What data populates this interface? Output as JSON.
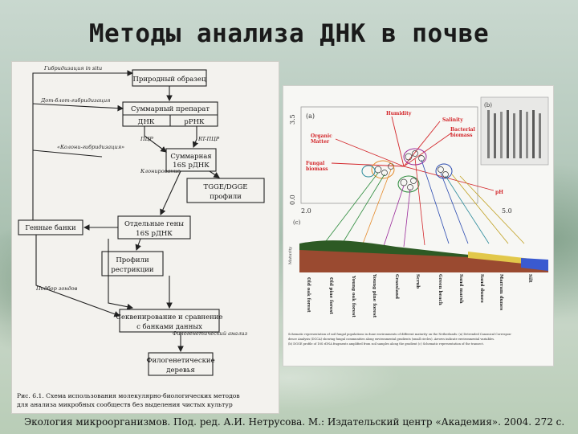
{
  "title": "Методы анализа ДНК в почве",
  "left_figure": {
    "side_labels": {
      "hybridization": "Гибридизация in situ",
      "dot_blot": "Дот-блот-гибридизация",
      "colony": "«Колони-гибридизация»",
      "cloning": "Клонирование",
      "probe_selection": "Подбор зондов",
      "phylo_analysis": "Филогенетический анализ"
    },
    "boxes": {
      "natural_sample": "Природный образец",
      "total_prep": "Суммарный препарат",
      "dna": "ДНК",
      "rrna": "рРНК",
      "pcr": "ПЦР",
      "rt_pcr": "RT-ПЦР",
      "total_16s_line1": "Суммарная",
      "total_16s_line2": "16S рДНК",
      "tgge_line1": "TGGE/DGGE",
      "tgge_line2": "профили",
      "gene_bank": "Генные банки",
      "separate_genes_line1": "Отдельные гены",
      "separate_genes_line2": "16S рДНК",
      "restriction_line1": "Профили",
      "restriction_line2": "рестрикции",
      "sequencing_line1": "Секвенирование и сравнение",
      "sequencing_line2": "с банками данных",
      "phylo_trees_line1": "Филогенетические",
      "phylo_trees_line2": "деревья"
    },
    "caption_line1": "Рис. 6.1. Схема использования молекулярно-биологических методов",
    "caption_line2": "для анализа микробных сообществ без выделения чистых культур"
  },
  "right_figure": {
    "panel_a": "(a)",
    "panel_b": "(b)",
    "panel_c": "(c)",
    "y_top": "3.5",
    "y_bottom": "0.0",
    "x_left": "2.0",
    "x_right": "5.0",
    "vectors": {
      "humidity": "Humidity",
      "salinity": "Salinity",
      "organic_line1": "Organic",
      "organic_line2": "Matter",
      "bacterial_line1": "Bacterial",
      "bacterial_line2": "biomass",
      "fungal_line1": "Fungal",
      "fungal_line2": "biomass",
      "ph": "pH"
    },
    "maturity": "Maturity",
    "habitats": [
      "Old oak forest",
      "Old pine forest",
      "Young oak forest",
      "Young pine forest",
      "Grassland",
      "Scrub",
      "Green beach",
      "Sand marsh",
      "Sand dunes",
      "Marram dunes",
      "Silt"
    ],
    "caption_line1": "Schematic representation of soil fungal populations in dune environments of different maturity on the Netherlands: (a) Detrended Canonical Correspon-",
    "caption_line2": "dence Analysis (DCCA) showing fungal communities along environmental gradients (small circles). Arrows indicate environmental variables.",
    "caption_line3": "(b) DGGE profile of 18S rDNA fragments amplified from soil samples along the gradient (c) Schematic representation of the transect."
  },
  "citation": "Экология микроорганизмов. Под. ред. А.И. Нетрусова. М.: Издательский центр «Академия». 2004. 272 с."
}
